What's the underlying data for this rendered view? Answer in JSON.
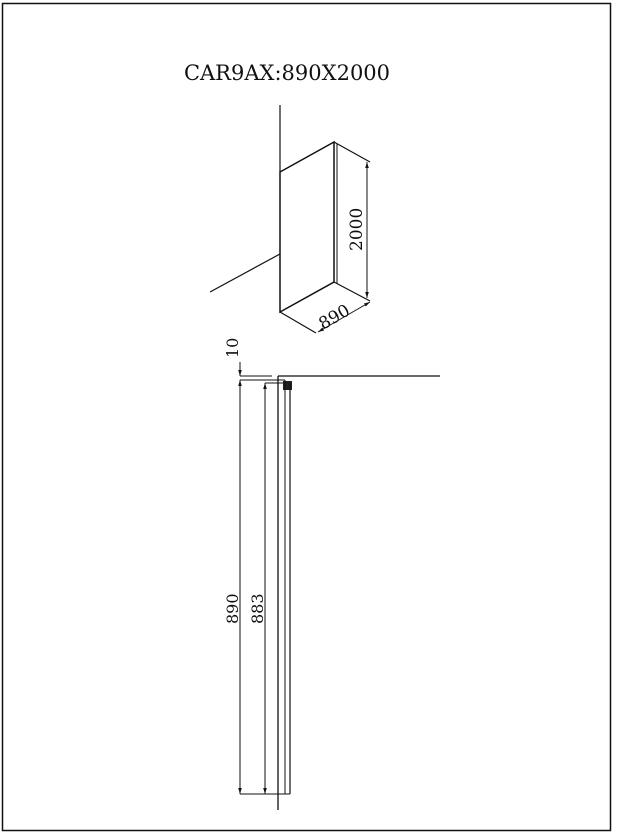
{
  "drawing": {
    "title": "CAR9AX:890X2000",
    "colors": {
      "line": "#111111",
      "background": "#ffffff"
    },
    "isometric_view": {
      "height_label": "2000",
      "width_label": "890"
    },
    "plan_view": {
      "gap_label": "10",
      "overall_label": "890",
      "inner_label": "883"
    }
  }
}
